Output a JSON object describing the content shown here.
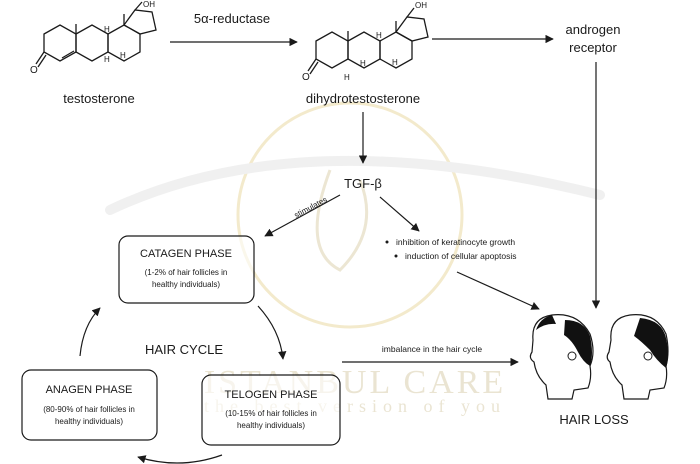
{
  "molecules": {
    "left_name": "testosterone",
    "right_name": "dihydrotestosterone",
    "oh": "OH",
    "h": "H",
    "o": "O"
  },
  "pathway": {
    "enzyme": "5α-reductase",
    "receptor_line1": "androgen",
    "receptor_line2": "receptor",
    "tgf": "TGF-β",
    "stimulates": "stimulates",
    "effect1": "inhibition of keratinocyte growth",
    "effect2": "induction of cellular apoptosis",
    "imbalance": "imbalance in the hair cycle",
    "hair_loss": "HAIR LOSS"
  },
  "cycle": {
    "title": "HAIR CYCLE",
    "catagen": {
      "name": "CATAGEN PHASE",
      "line1": "(1-2% of hair follicles in",
      "line2": "healthy individuals)"
    },
    "anagen": {
      "name": "ANAGEN PHASE",
      "line1": "(80-90% of hair follicles in",
      "line2": "healthy individuals)"
    },
    "telogen": {
      "name": "TELOGEN PHASE",
      "line1": "(10-15% of hair follicles in",
      "line2": "healthy individuals)"
    }
  },
  "watermark": {
    "line1": "ISTANBUL CARE",
    "line2": "the best version of you"
  },
  "colors": {
    "ink": "#1a1a1a",
    "watermark": "#d9cfae",
    "hair": "#111111"
  }
}
